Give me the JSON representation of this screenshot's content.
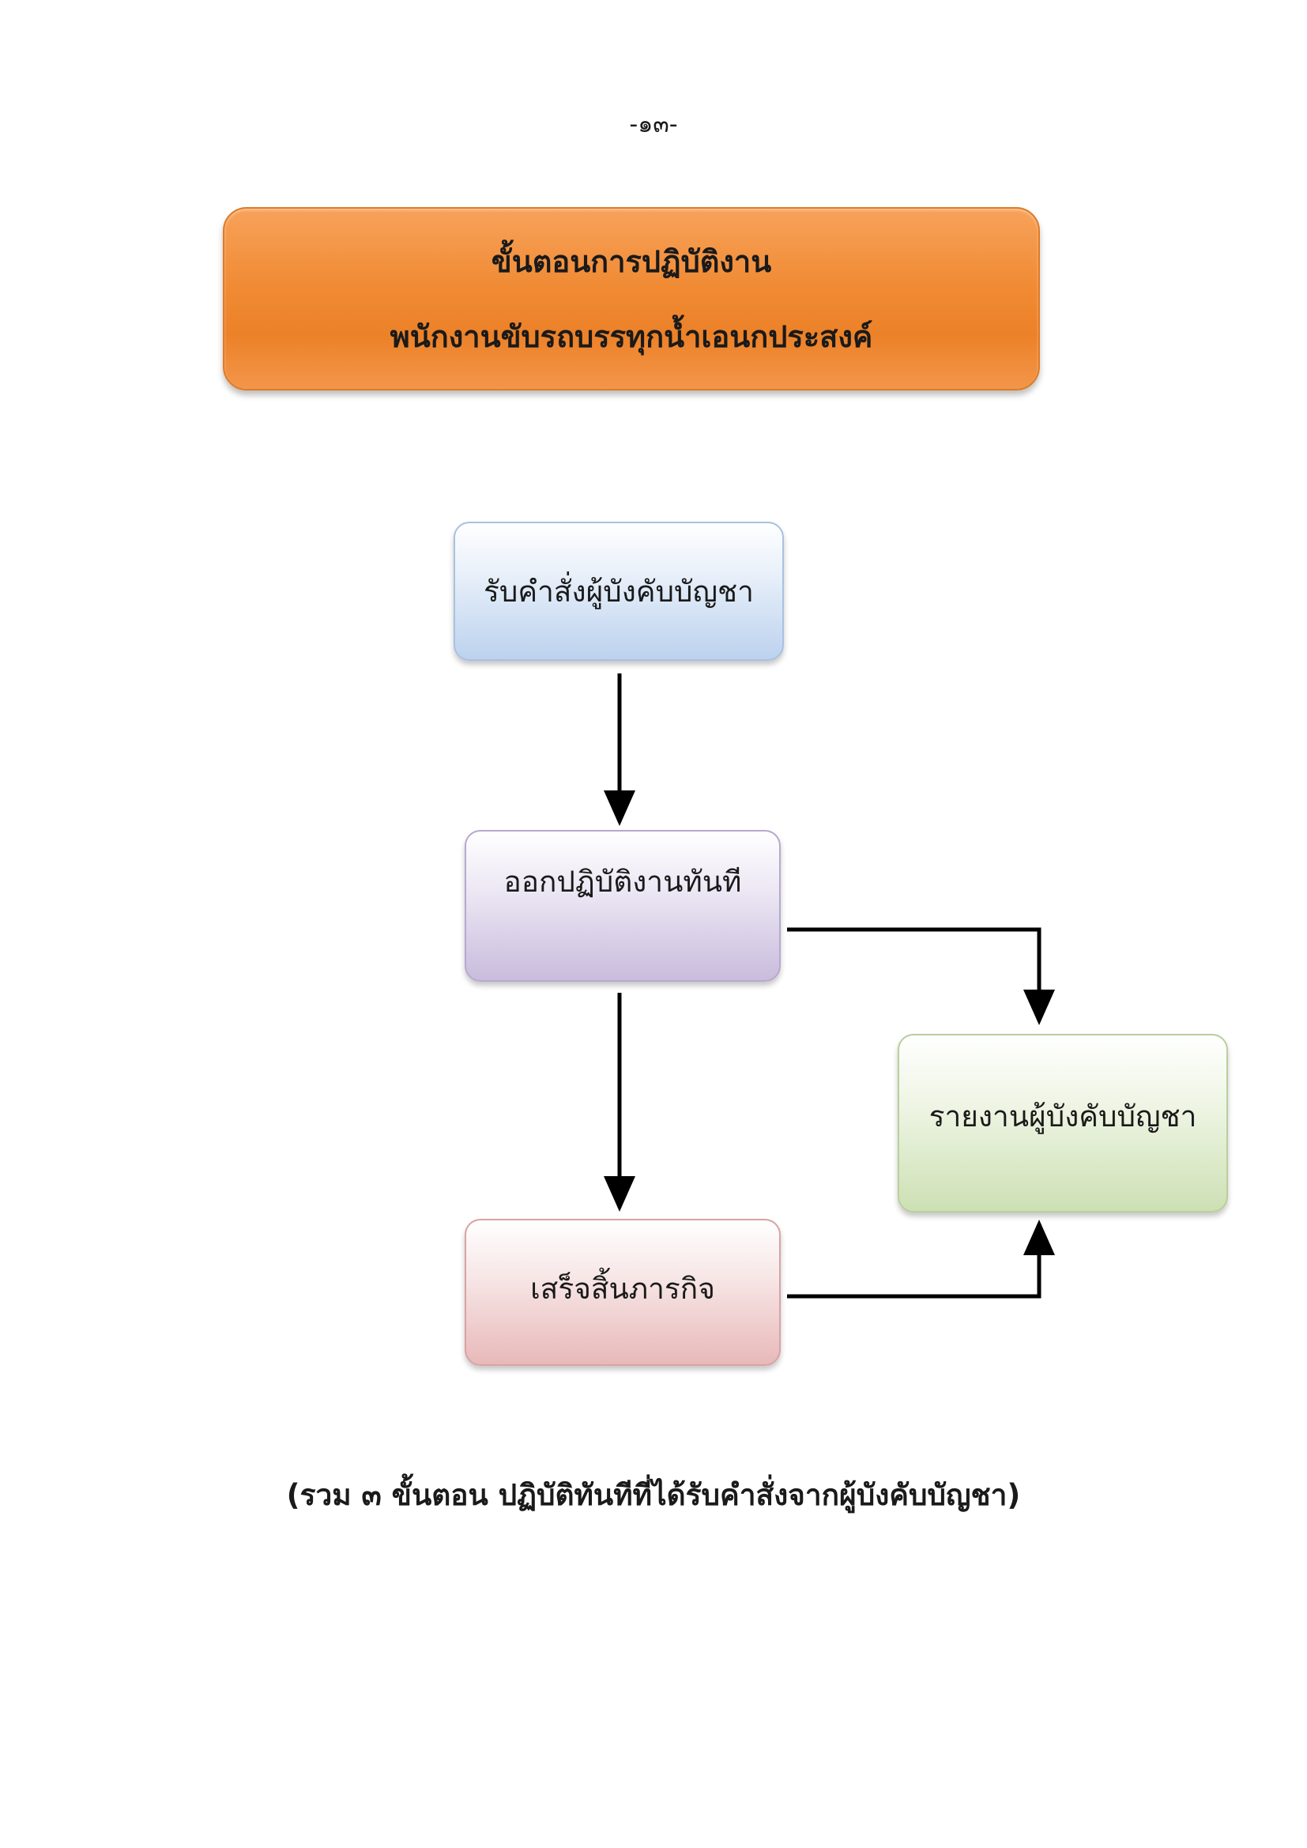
{
  "page_number": "-๑๓-",
  "title": {
    "line1": "ขั้นตอนการปฏิบัติงาน",
    "line2": "พนักงานขับรถบรรทุกน้ำเอนกประสงค์"
  },
  "nodes": {
    "receive": "รับคำสั่งผู้บังคับบัญชา",
    "depart": "ออกปฏิบัติงานทันที",
    "report": "รายงานผู้บังคับบัญชา",
    "done": "เสร็จสิ้นภารกิจ"
  },
  "colors": {
    "title_fill": "#f08a33",
    "receive_fill": "#bcd2ee",
    "depart_fill": "#c9bcdd",
    "report_fill": "#cde0b4",
    "done_fill": "#e8b9b9",
    "arrow": "#000000"
  },
  "summary": "(รวม ๓ ขั้นตอน ปฏิบัติทันทีที่ได้รับคำสั่งจากผู้บังคับบัญชา)"
}
